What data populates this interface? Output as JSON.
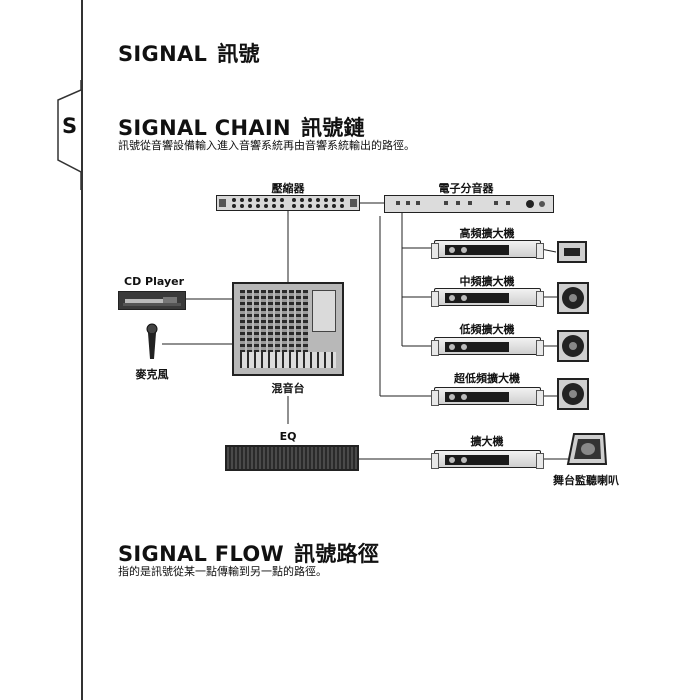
{
  "sidebar": {
    "tab_letter": "S"
  },
  "sections": {
    "signal": {
      "title_en": "SIGNAL",
      "title_zh": "訊號"
    },
    "signal_chain": {
      "title_en": "SIGNAL CHAIN",
      "title_zh": "訊號鏈",
      "description": "訊號從音響設備輸入進入音響系統再由音響系統輸出的路徑。"
    },
    "signal_flow": {
      "title_en": "SIGNAL FLOW",
      "title_zh": "訊號路徑",
      "description": "指的是訊號從某一點傳輸到另一點的路徑。"
    }
  },
  "diagram": {
    "compressor": "壓縮器",
    "crossover": "電子分音器",
    "cd_player": "CD Player",
    "microphone": "麥克風",
    "mixer": "混音台",
    "eq": "EQ",
    "amp_high": "高頻擴大機",
    "amp_mid": "中頻擴大機",
    "amp_low": "低頻擴大機",
    "amp_sub": "超低頻擴大機",
    "amp_monitor": "擴大機",
    "stage_monitor": "舞台監聽喇叭"
  }
}
